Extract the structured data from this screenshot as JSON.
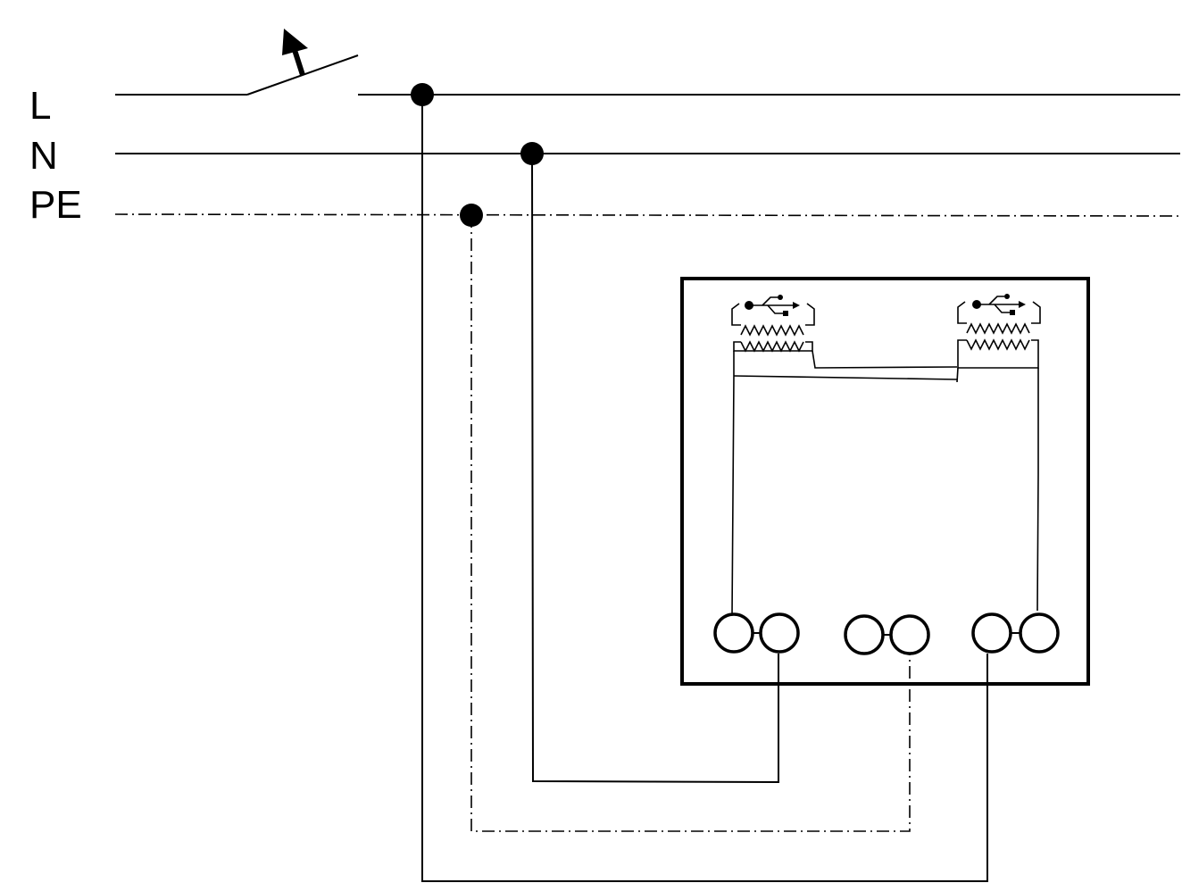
{
  "conductors": {
    "line": "L",
    "neutral": "N",
    "protective_earth": "PE"
  },
  "icons": {
    "usb": "usb-icon",
    "transformer": "transformer-icon",
    "switch": "switch-icon"
  },
  "colors": {
    "wire": "#000000",
    "background": "#ffffff"
  }
}
